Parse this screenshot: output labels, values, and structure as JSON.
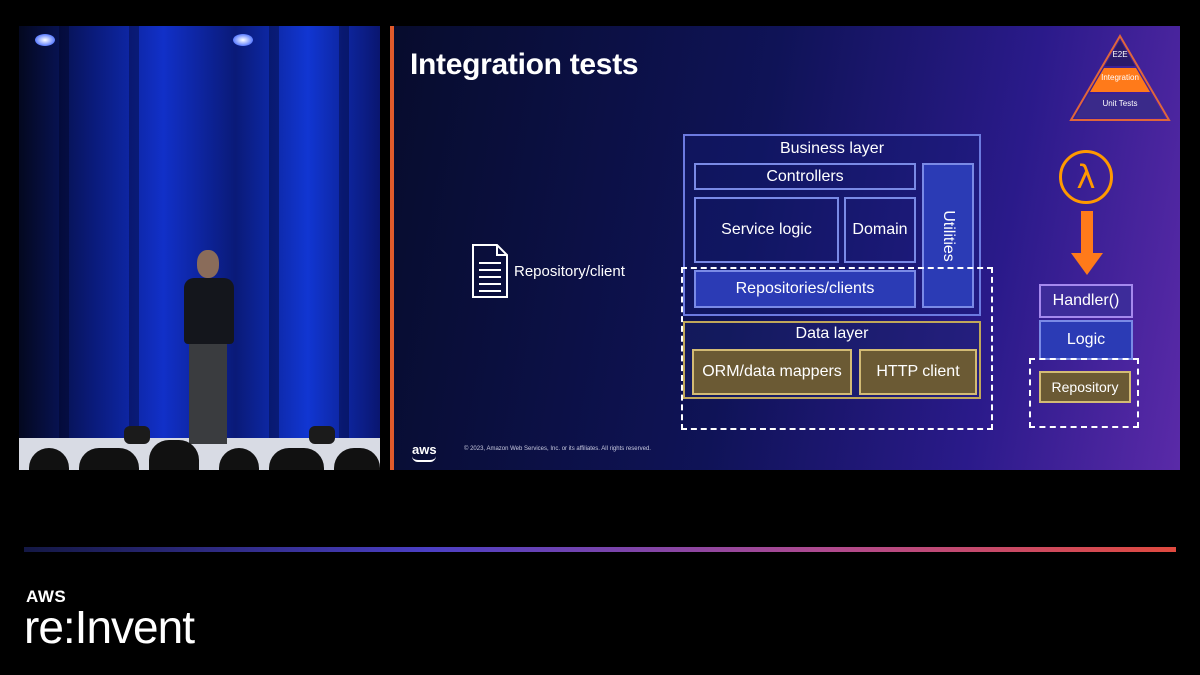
{
  "slide": {
    "title": "Integration tests",
    "pyramid": {
      "top": "E2E",
      "middle": "Integration",
      "bottom": "Unit Tests"
    },
    "document_label": "Repository/client",
    "business_layer": {
      "label": "Business layer",
      "controllers": "Controllers",
      "service_logic": "Service logic",
      "domain": "Domain",
      "utilities": "Utilities",
      "repositories": "Repositories/clients"
    },
    "data_layer": {
      "label": "Data layer",
      "orm": "ORM/data mappers",
      "http_client": "HTTP client"
    },
    "lambda_symbol": "λ",
    "stack": {
      "handler": "Handler()",
      "logic": "Logic",
      "repository": "Repository"
    },
    "aws_mark": "aws",
    "copyright": "© 2023, Amazon Web Services, Inc. or its affiliates. All rights reserved."
  },
  "branding": {
    "aws": "AWS",
    "event": "re:Invent"
  },
  "colors": {
    "accent_orange": "#ff9900",
    "slide_border": "#e05a2b",
    "data_gold": "#6b5a34"
  }
}
